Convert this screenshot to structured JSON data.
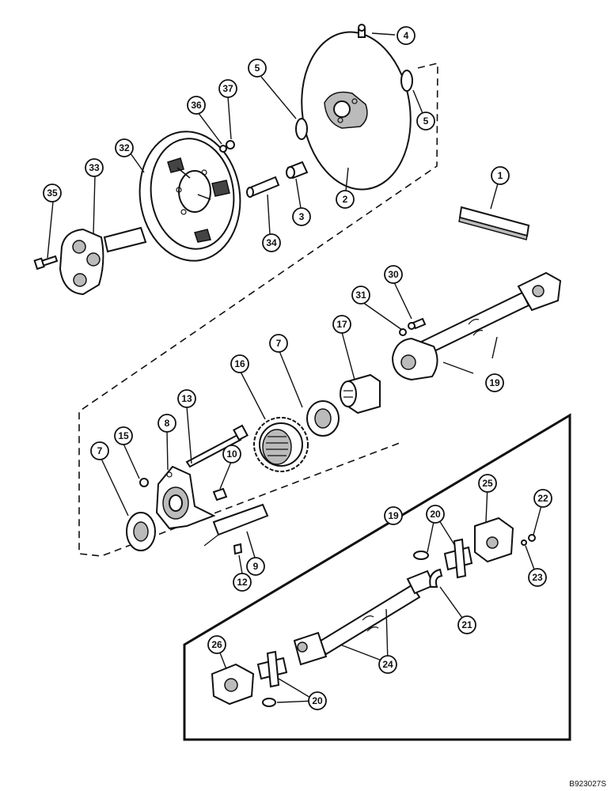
{
  "callouts": {
    "c1": "1",
    "c2": "2",
    "c3": "3",
    "c4": "4",
    "c5a": "5",
    "c5b": "5",
    "c7a": "7",
    "c7b": "7",
    "c8": "8",
    "c9": "9",
    "c10": "10",
    "c12": "12",
    "c13": "13",
    "c15": "15",
    "c16": "16",
    "c17": "17",
    "c19a": "19",
    "c19b": "19",
    "c20a": "20",
    "c20b": "20",
    "c21": "21",
    "c22": "22",
    "c23": "23",
    "c24": "24",
    "c25": "25",
    "c26": "26",
    "c30": "30",
    "c31": "31",
    "c32": "32",
    "c33": "33",
    "c34": "34",
    "c35": "35",
    "c36": "36",
    "c37": "37"
  },
  "reference_code": "B923027S"
}
